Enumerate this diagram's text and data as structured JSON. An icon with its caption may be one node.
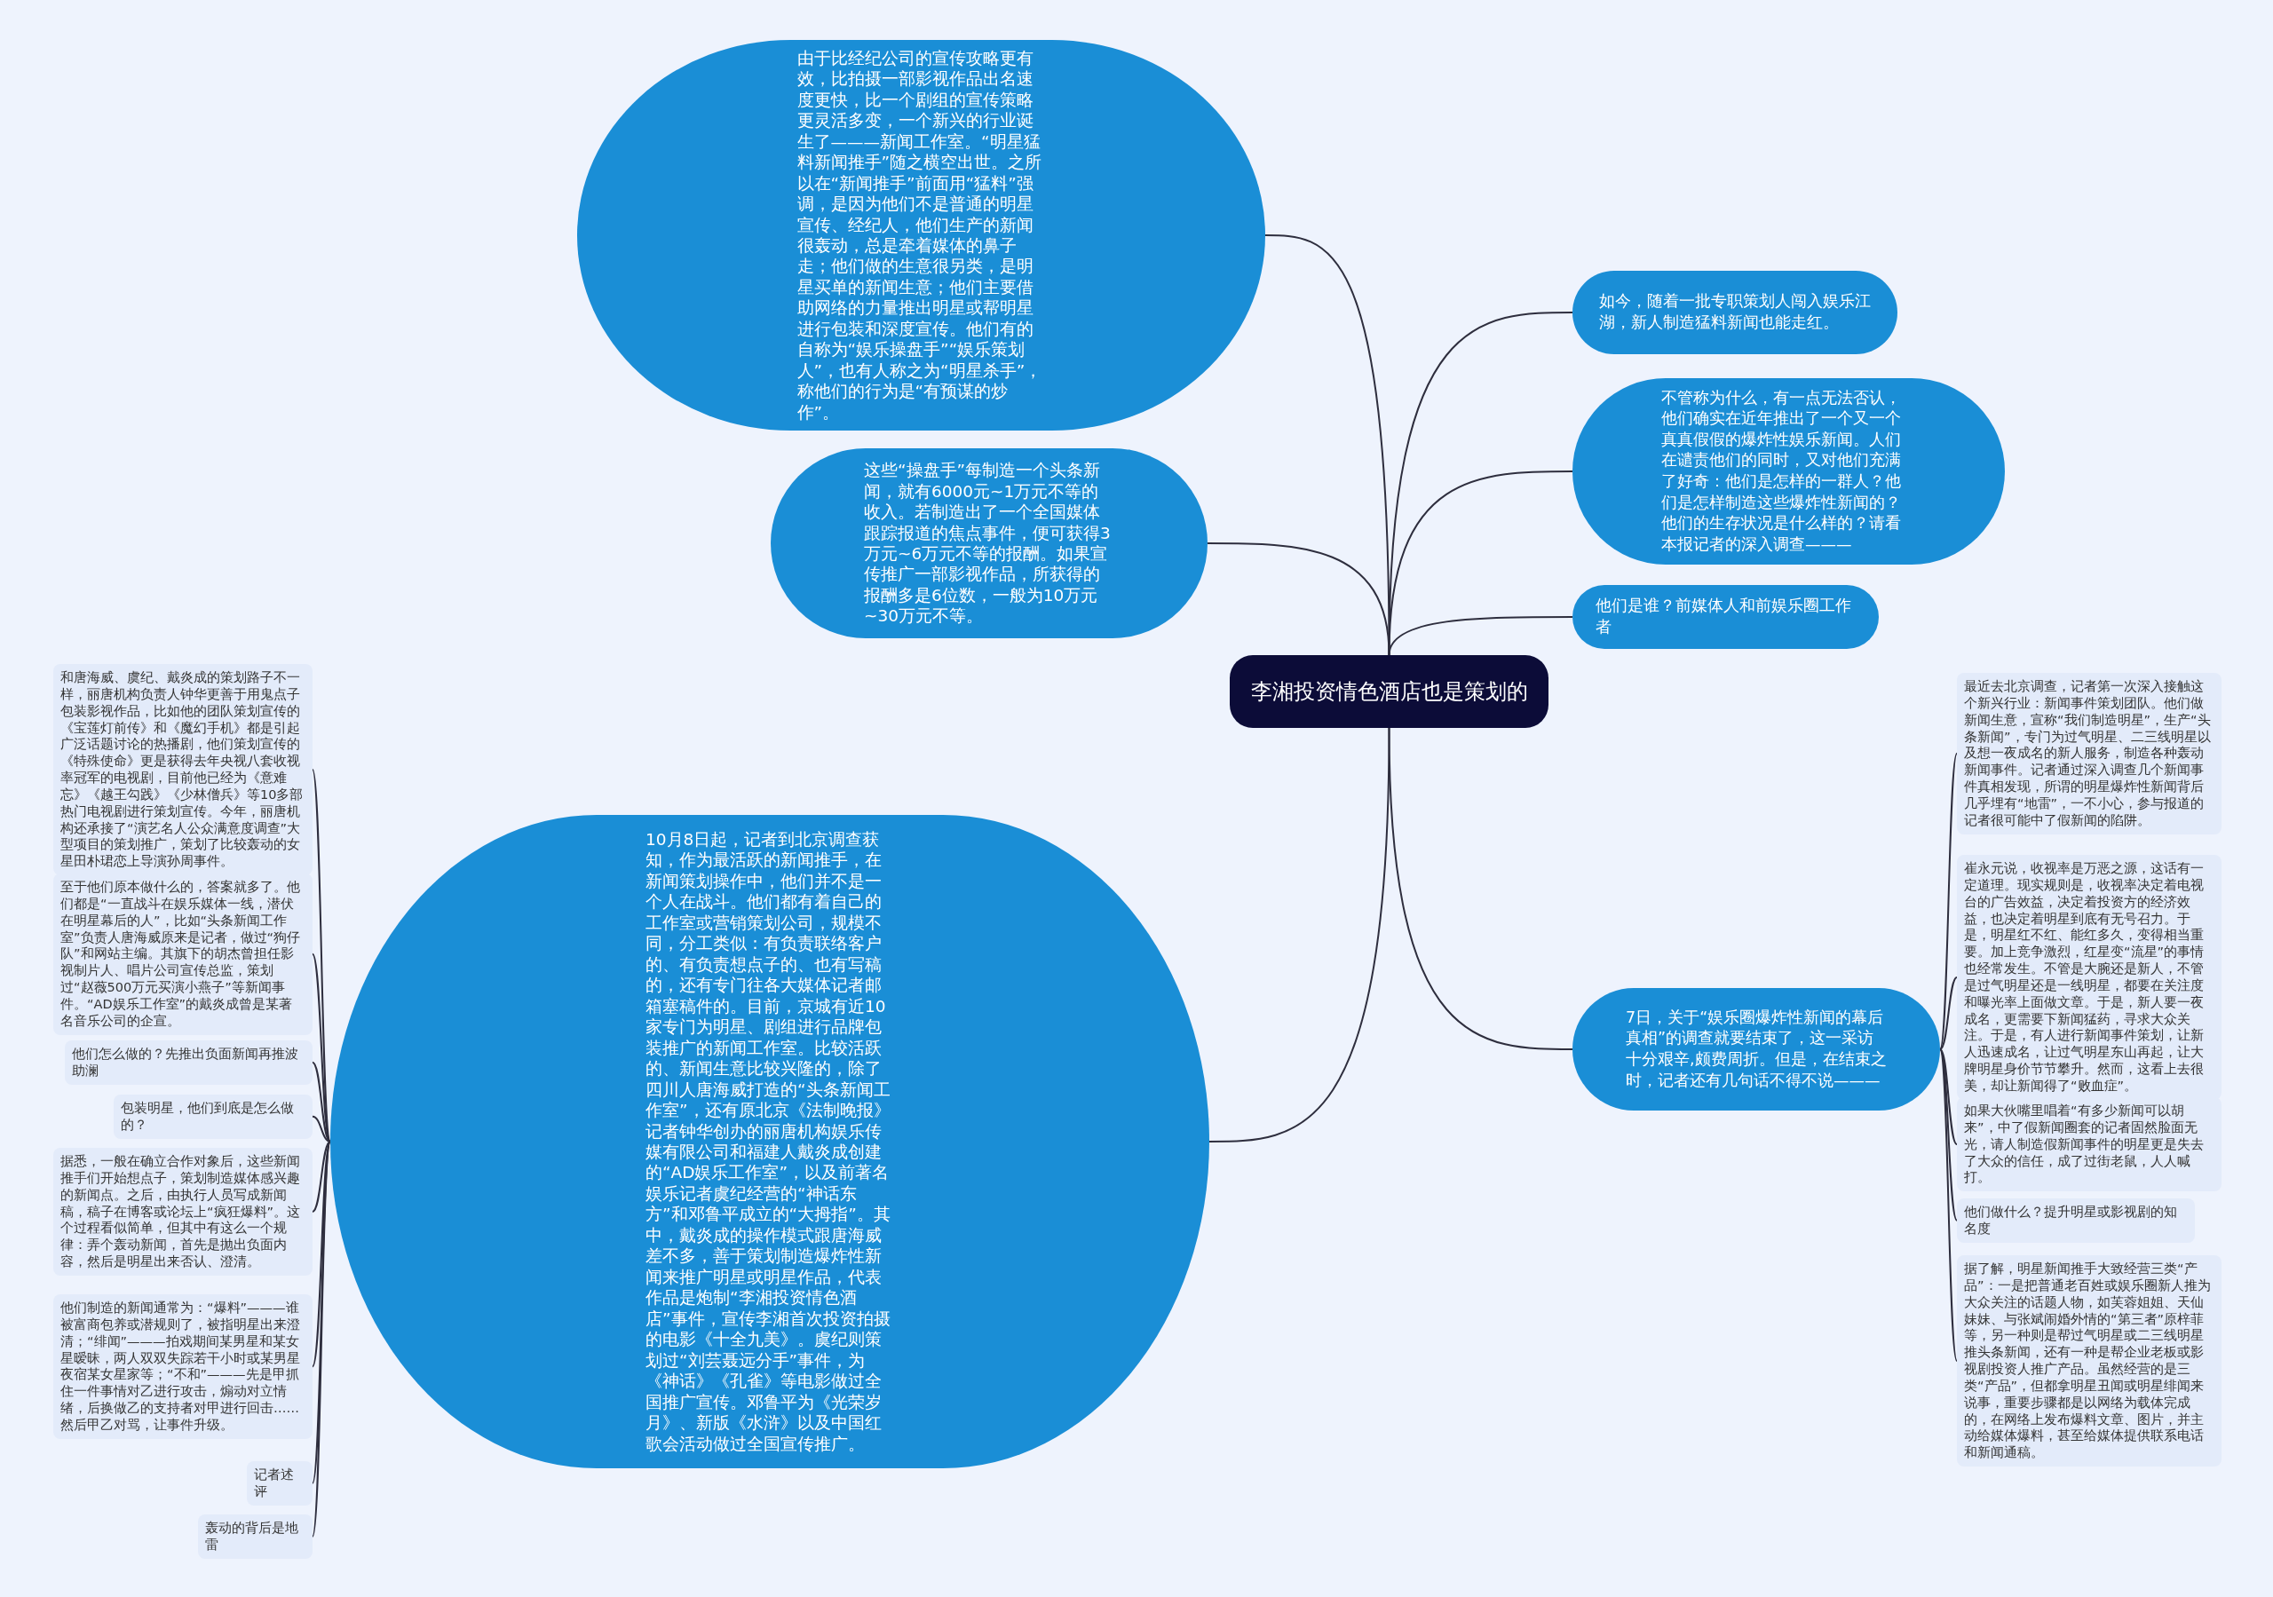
{
  "diagram": {
    "nodes": [
      {
        "text": [
          "李湘投资情色酒店也是策划的"
        ]
      },
      {
        "text": [
          "由于比经纪公司的宣传攻略更有效，比拍摄一部影视作品出名速度更快，比一个剧组的宣传策略更灵活多变，一个新兴的行业诞生了———新闻工作室。“明星猛料新闻推手”随之横空出世。之所以在“新闻推手”前面用“猛料”强调，是因为他们不是普通的明星宣传、经纪人，他们生产的新闻很轰动，总是牵着媒体的鼻子走；他们做的生意很另类，是明星买单的新闻生意；他们主要借助网络的力量推出明星或帮明星进行包装和深度宣传。他们有的自称为“娱乐操盘手”“娱乐策划人”，也有人称之为“明星杀手”，称他们的行为是“有预谋的炒作”。"
        ]
      },
      {
        "text": [
          "这些“操盘手”每制造一个头条新闻，就有6000元~1万元不等的收入。若制造出了一个全国媒体跟踪报道的焦点事件，便可获得3万元~6万元不等的报酬。如果宣传推广一部影视作品，所获得的报酬多是6位数，一般为10万元~30万元不等。"
        ]
      },
      {
        "text": [
          "10月8日起，记者到北京调查获知，作为最活跃的新闻推手，在新闻策划操作中，他们并不是一个人在战斗。他们都有着自己的工作室或营销策划公司，规模不同，分工类似：有负责联络客户的、有负责想点子的、也有写稿的，还有专门往各大媒体记者邮箱塞稿件的。目前，京城有近10家专门为明星、剧组进行品牌包装推广的新闻工作室。比较活跃的、新闻生意比较兴隆的，除了四川人唐海威打造的“头条新闻工作室”，还有原北京《法制晚报》记者钟华创办的丽唐机构娱乐传媒有限公司和福建人戴炎成创建的“AD娱乐工作室”，以及前著名娱乐记者虞纪经营的“神话东方”和邓鲁平成立的“大拇指”。其中，戴炎成的操作模式跟唐海威差不多，善于策划制造爆炸性新闻来推广明星或明星作品，代表作品是炮制“李湘投资情色酒店”事件，宣传李湘首次投资拍摄的电影《十全九美》。虞纪则策划过“刘芸聂远分手”事件，为《神话》《孔雀》等电影做过全国推广宣传。邓鲁平为《光荣岁月》、新版《水浒》以及中国红歌会活动做过全国宣传推广。"
        ]
      },
      {
        "text": [
          "如今，随着一批专职策划人闯入娱乐江湖，新人制造猛料新闻也能走红。"
        ]
      },
      {
        "text": [
          "不管称为什么，有一点无法否认，他们确实在近年推出了一个又一个真真假假的爆炸性娱乐新闻。人们在谴责他们的同时，又对他们充满了好奇：他们是怎样的一群人？他们是怎样制造这些爆炸性新闻的？他们的生存状况是什么样的？请看本报记者的深入调查———"
        ]
      },
      {
        "text": [
          "他们是谁？前媒体人和前娱乐圈工作者"
        ]
      },
      {
        "text": [
          "7日，关于“娱乐圈爆炸性新闻的幕后真相”的调查就要结束了，这一采访十分艰辛,颇费周折。但是，在结束之时，记者还有几句话不得不说———"
        ]
      },
      {
        "text": [
          "和唐海威、虞纪、戴炎成的策划路子不一样，丽唐机构负责人钟华更善于用鬼点子包装影视作品，比如他的团队策划宣传的《宝莲灯前传》和《魔幻手机》都是引起广泛话题讨论的热播剧，他们策划宣传的《特殊使命》更是获得去年央视八套收视率冠军的电视剧，目前他已经为《意难忘》《越王勾践》《少林僧兵》等10多部热门电视剧进行策划宣传。今年，丽唐机构还承接了“演艺名人公众满意度调查”大型项目的策划推广，策划了比较轰动的女星田朴珺恋上导演孙周事件。"
        ]
      },
      {
        "text": [
          "至于他们原本做什么的，答案就多了。他们都是“一直战斗在娱乐媒体一线，潜伏在明星幕后的人”，比如“头条新闻工作室”负责人唐海威原来是记者，做过“狗仔队”和网站主编。其旗下的胡杰曾担任影视制片人、唱片公司宣传总监，策划过“赵薇500万元买演小燕子”等新闻事件。“AD娱乐工作室”的戴炎成曾是某著名音乐公司的企宣。"
        ]
      },
      {
        "text": [
          "他们怎么做的？先推出负面新闻再推波助澜"
        ]
      },
      {
        "text": [
          "包装明星，他们到底是怎么做的？"
        ]
      },
      {
        "text": [
          "据悉，一般在确立合作对象后，这些新闻推手们开始想点子，策划制造媒体感兴趣的新闻点。之后，由执行人员写成新闻稿，稿子在博客或论坛上“疯狂爆料”。这个过程看似简单，但其中有这么一个规律：弄个轰动新闻，首先是抛出负面内容，然后是明星出来否认、澄清。"
        ]
      },
      {
        "text": [
          "他们制造的新闻通常为：“爆料”———谁被富商包养或潜规则了，被指明星出来澄清；“绯闻”———拍戏期间某男星和某女星暧昧，两人双双失踪若干小时或某男星夜宿某女星家等；“不和”———先是甲抓住一件事情对乙进行攻击，煽动对立情绪，后换做乙的支持者对甲进行回击……然后甲乙对骂，让事件升级。"
        ]
      },
      {
        "text": [
          "记者述评"
        ]
      },
      {
        "text": [
          "轰动的背后是地雷"
        ]
      },
      {
        "text": [
          "最近去北京调查，记者第一次深入接触这个新兴行业：新闻事件策划团队。他们做新闻生意，宣称“我们制造明星”，生产“头条新闻”，专门为过气明星、二三线明星以及想一夜成名的新人服务，制造各种轰动新闻事件。记者通过深入调查几个新闻事件真相发现，所谓的明星爆炸性新闻背后几乎埋有“地雷”，一不小心，参与报道的记者很可能中了假新闻的陷阱。"
        ]
      },
      {
        "text": [
          "崔永元说，收视率是万恶之源，这话有一定道理。现实规则是，收视率决定着电视台的广告效益，决定着投资方的经济效益，也决定着明星到底有无号召力。于是，明星红不红、能红多久，变得相当重要。加上竞争激烈，红星变“流星”的事情也经常发生。不管是大腕还是新人，不管是过气明星还是一线明星，都要在关注度和曝光率上面做文章。于是，新人要一夜成名，更需要下新闻猛药，寻求大众关注。于是，有人进行新闻事件策划，让新人迅速成名，让过气明星东山再起，让大牌明星身价节节攀升。然而，这看上去很美，却让新闻得了“败血症”。"
        ]
      },
      {
        "text": [
          "如果大伙嘴里唱着“有多少新闻可以胡来”，中了假新闻圈套的记者固然脸面无光，请人制造假新闻事件的明星更是失去了大众的信任，成了过街老鼠，人人喊打。"
        ]
      },
      {
        "text": [
          "他们做什么？提升明星或影视剧的知名度"
        ]
      },
      {
        "text": [
          "据了解，明星新闻推手大致经营三类“产品”：一是把普通老百姓或娱乐圈新人推为大众关注的话题人物，如芙蓉姐姐、天仙妹妹、与张斌闹婚外情的“第三者”原梓菲等，另一种则是帮过气明星或二三线明星推头条新闻，还有一种是帮企业老板或影视剧投资人推广产品。虽然经营的是三类“产品”，但都拿明星丑闻或明星绯闻来说事，重要步骤都是以网络为载体完成的，在网络上发布爆料文章、图片，并主动给媒体爆料，甚至给媒体提供联系电话和新闻通稿。"
        ]
      }
    ],
    "edges": [
      {
        "from": 0,
        "to": 1,
        "arrow": "none"
      },
      {
        "from": 0,
        "to": 2,
        "arrow": "none"
      },
      {
        "from": 0,
        "to": 3,
        "arrow": "none"
      },
      {
        "from": 0,
        "to": 4,
        "arrow": "none"
      },
      {
        "from": 0,
        "to": 5,
        "arrow": "none"
      },
      {
        "from": 0,
        "to": 6,
        "arrow": "none"
      },
      {
        "from": 0,
        "to": 7,
        "arrow": "none"
      },
      {
        "from": 3,
        "to": 8,
        "arrow": "none"
      },
      {
        "from": 3,
        "to": 9,
        "arrow": "none"
      },
      {
        "from": 3,
        "to": 10,
        "arrow": "none"
      },
      {
        "from": 3,
        "to": 11,
        "arrow": "none"
      },
      {
        "from": 3,
        "to": 12,
        "arrow": "none"
      },
      {
        "from": 3,
        "to": 13,
        "arrow": "none"
      },
      {
        "from": 3,
        "to": 14,
        "arrow": "none"
      },
      {
        "from": 3,
        "to": 15,
        "arrow": "none"
      },
      {
        "from": 7,
        "to": 16,
        "arrow": "none"
      },
      {
        "from": 7,
        "to": 17,
        "arrow": "none"
      },
      {
        "from": 7,
        "to": 18,
        "arrow": "none"
      },
      {
        "from": 7,
        "to": 19,
        "arrow": "none"
      },
      {
        "from": 7,
        "to": 20,
        "arrow": "none"
      }
    ]
  }
}
